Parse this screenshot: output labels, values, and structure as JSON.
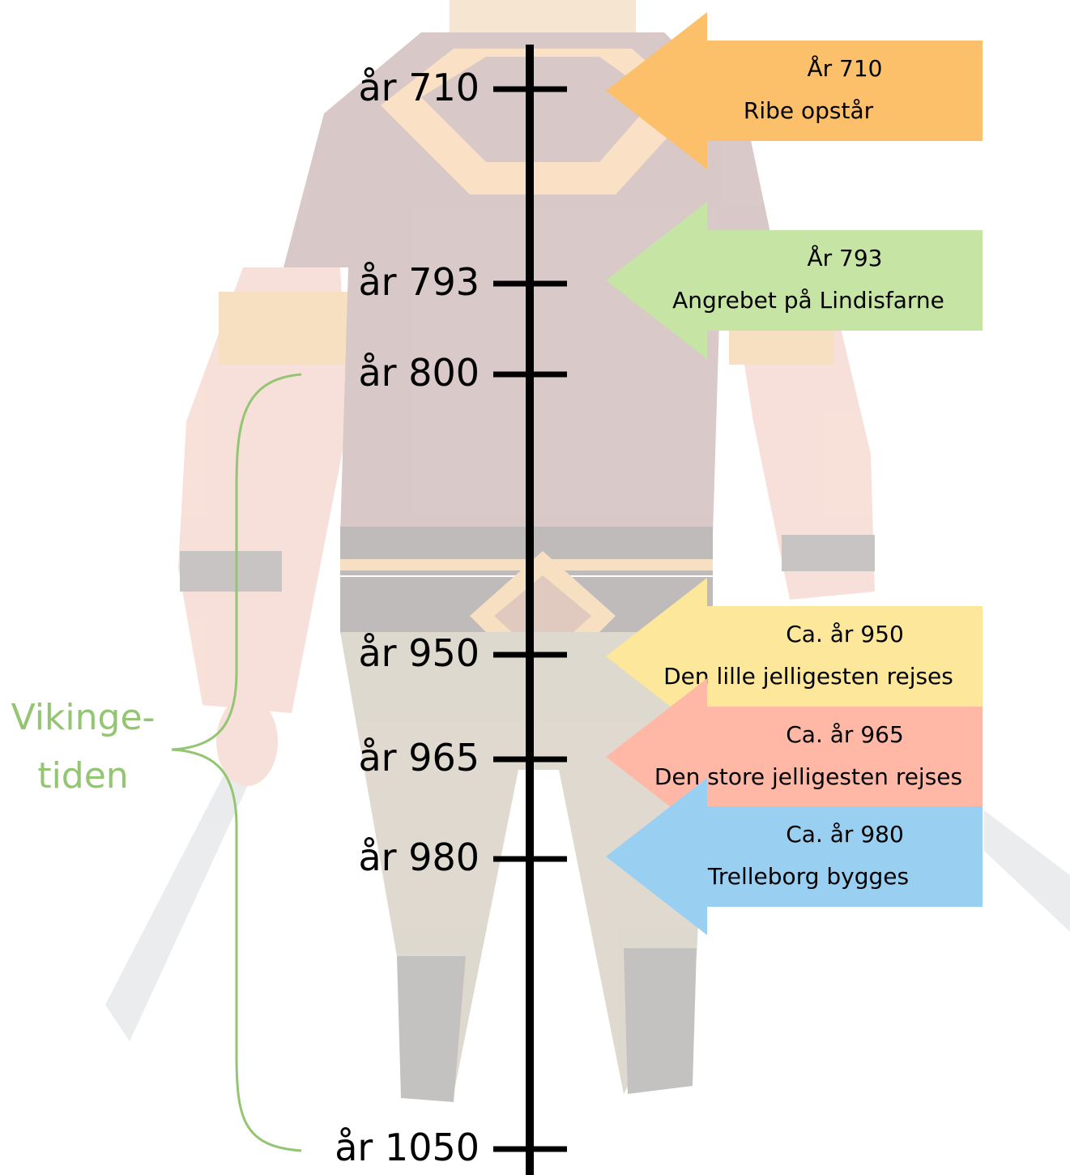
{
  "axis": {
    "ticks": [
      {
        "label": "år 710",
        "value": 710
      },
      {
        "label": "år 793",
        "value": 793
      },
      {
        "label": "år 800",
        "value": 800
      },
      {
        "label": "år 950",
        "value": 950
      },
      {
        "label": "år 965",
        "value": 965
      },
      {
        "label": "år 980",
        "value": 980
      },
      {
        "label": "år 1050",
        "value": 1050
      }
    ]
  },
  "events": [
    {
      "date": "År 710",
      "text": "Ribe opstår",
      "color": "#fcbf6a"
    },
    {
      "date": "År 793",
      "text": "Angrebet på Lindisfarne",
      "color": "#c6e5a5"
    },
    {
      "date": "Ca. år 950",
      "text": "Den lille jelligesten rejses",
      "color": "#fde79a"
    },
    {
      "date": "Ca. år 965",
      "text": "Den store jelligesten rejses",
      "color": "#ffb8a6"
    },
    {
      "date": "Ca. år 980",
      "text": "Trelleborg bygges",
      "color": "#99d0f2"
    }
  ],
  "era": {
    "line1": "Vikinge-",
    "line2": "tiden",
    "color": "#93c572"
  },
  "background": {
    "figure": "viking-warrior-illustration"
  }
}
